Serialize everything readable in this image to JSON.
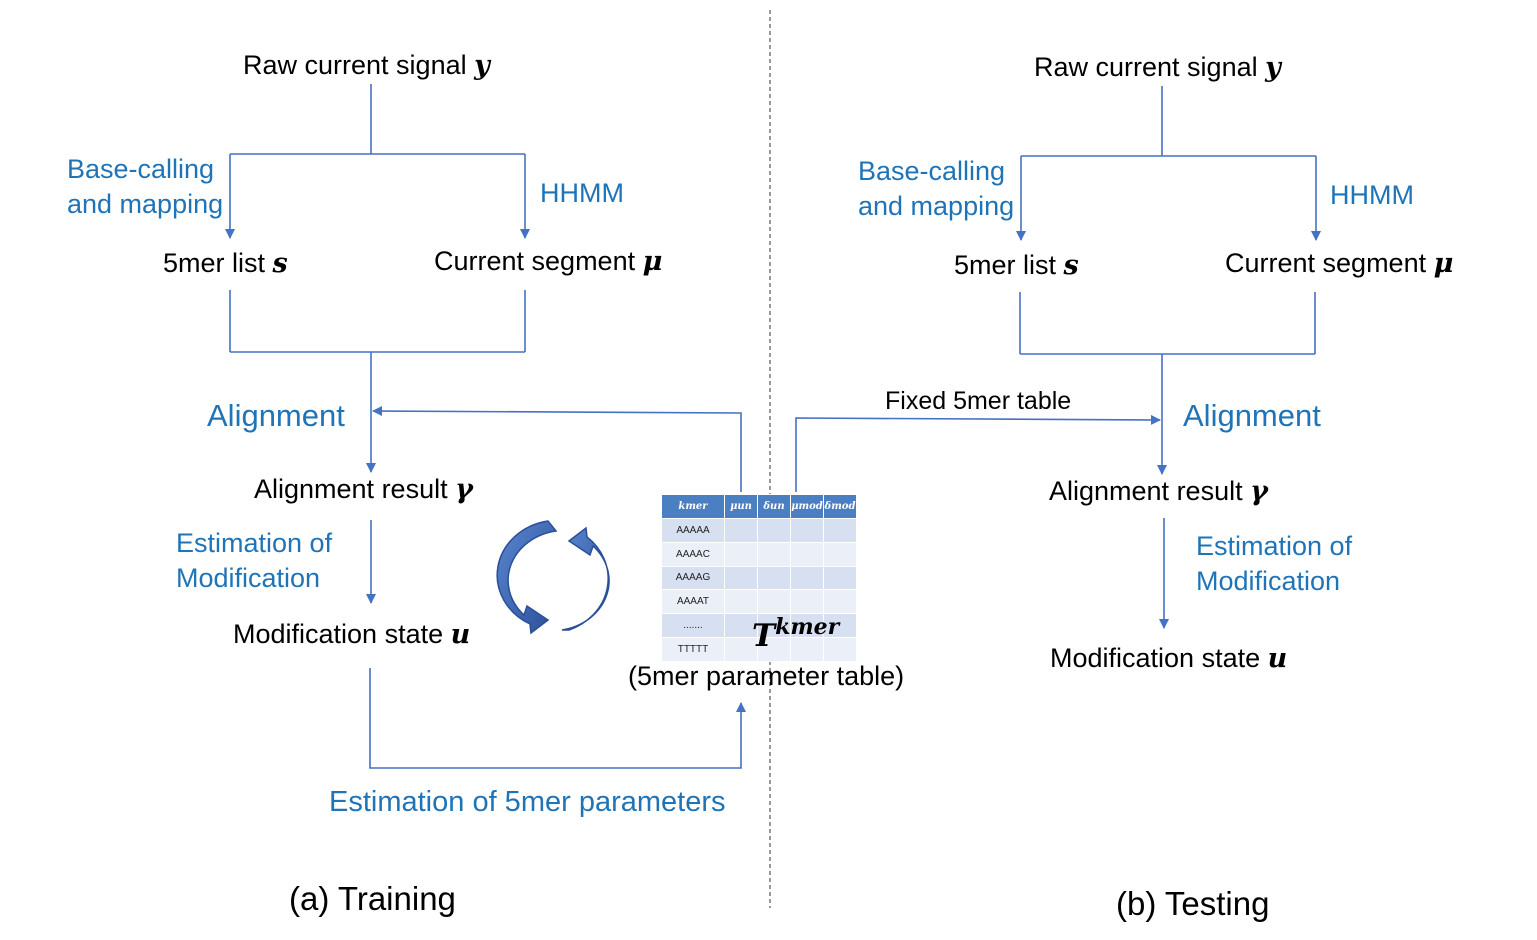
{
  "training": {
    "raw_signal": "Raw current signal ",
    "raw_signal_var": "y",
    "basecalling": [
      "Base-calling",
      "and mapping"
    ],
    "hhmm": "HHMM",
    "kmer_list": "5mer list ",
    "kmer_list_var": "s",
    "current_segment": "Current segment ",
    "current_segment_var": "μ",
    "alignment": "Alignment",
    "alignment_result": "Alignment result ",
    "alignment_result_var": "γ",
    "estimation_mod": [
      "Estimation of",
      "Modification"
    ],
    "mod_state": "Modification state ",
    "mod_state_var": "u",
    "estimation_params": "Estimation of 5mer parameters",
    "caption": "(a) Training"
  },
  "table": {
    "headers": [
      "kmer",
      "μun",
      "δun",
      "μmod",
      "δmod"
    ],
    "rows": [
      "AAAAA",
      "AAAAC",
      "AAAAG",
      "AAAAT",
      ".......",
      "TTTTT"
    ],
    "symbol": "T",
    "symbol_sup": "kmer",
    "caption": "(5mer parameter table)"
  },
  "fixed_table": "Fixed 5mer table",
  "testing": {
    "raw_signal": "Raw current signal ",
    "raw_signal_var": "y",
    "basecalling": [
      "Base-calling",
      "and mapping"
    ],
    "hhmm": "HHMM",
    "kmer_list": "5mer list ",
    "kmer_list_var": "s",
    "current_segment": "Current segment ",
    "current_segment_var": "μ",
    "alignment": "Alignment",
    "alignment_result": "Alignment result ",
    "alignment_result_var": "γ",
    "estimation_mod": [
      "Estimation of",
      "Modification"
    ],
    "mod_state": "Modification state ",
    "mod_state_var": "u",
    "caption": "(b) Testing"
  },
  "colors": {
    "line": "#4472c4",
    "accent_text": "#1f74b8",
    "table_header": "#4a7fc2"
  }
}
